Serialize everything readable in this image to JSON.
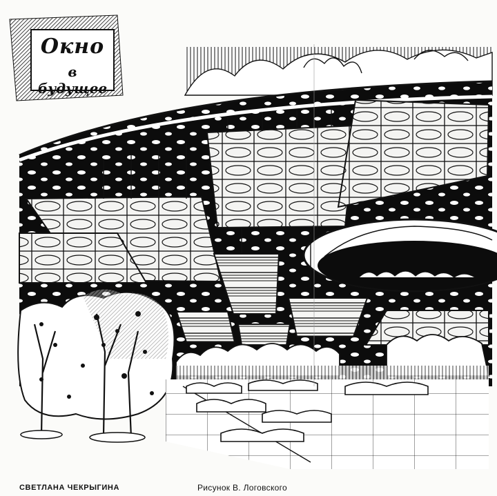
{
  "title": {
    "line1": "Окно",
    "line2": "в будущее"
  },
  "credits": {
    "author": "СВЕТЛАНА ЧЕКРЫГИНА",
    "illustration": "Рисунок В. Логовского"
  },
  "colors": {
    "ink": "#111111",
    "paper": "#fbfbf9"
  }
}
